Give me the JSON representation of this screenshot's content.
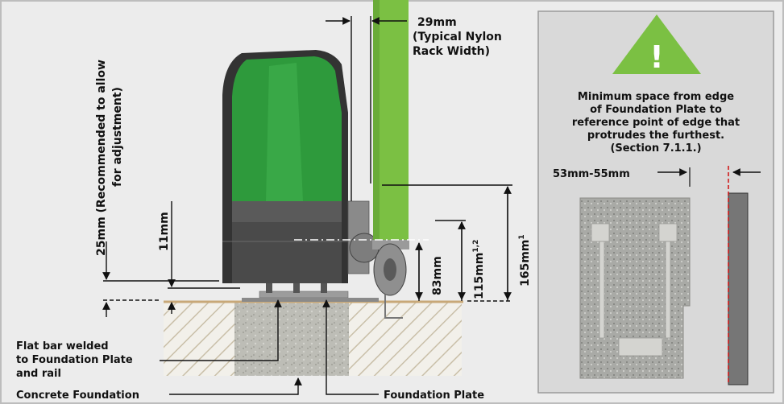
{
  "colors": {
    "background": "#ececec",
    "panel": "#d9d9d9",
    "accent_green": "#2e9a3c",
    "rack_green": "#7bc043",
    "warning_green": "#7bc043",
    "dark_body": "#3a3a3a",
    "concrete": "#b8b8b0",
    "red_reference": "#d01010"
  },
  "icons": {
    "warning": "warning-triangle-icon"
  },
  "dimensions": {
    "rack_width": [
      "29mm",
      "(Typical Nylon",
      "Rack Width)"
    ],
    "adjust": [
      "25mm (Recommended to allow",
      "for adjustment)"
    ],
    "flat_bar_height": "11mm",
    "h83": "83mm",
    "h115": "115mm",
    "h115_sup": "1,2",
    "h165": "165mm",
    "h165_sup": "1"
  },
  "callouts": {
    "flat_bar": [
      "Flat bar welded",
      "to Foundation Plate",
      "and rail"
    ],
    "concrete": "Concrete Foundation",
    "plate": "Foundation Plate"
  },
  "panel": {
    "warning_symbol": "!",
    "note": [
      "Minimum space from edge",
      "of Foundation Plate to",
      "reference point of edge that",
      "protrudes the furthest.",
      "(Section 7.1.1.)"
    ],
    "spacing": "53mm-55mm"
  }
}
